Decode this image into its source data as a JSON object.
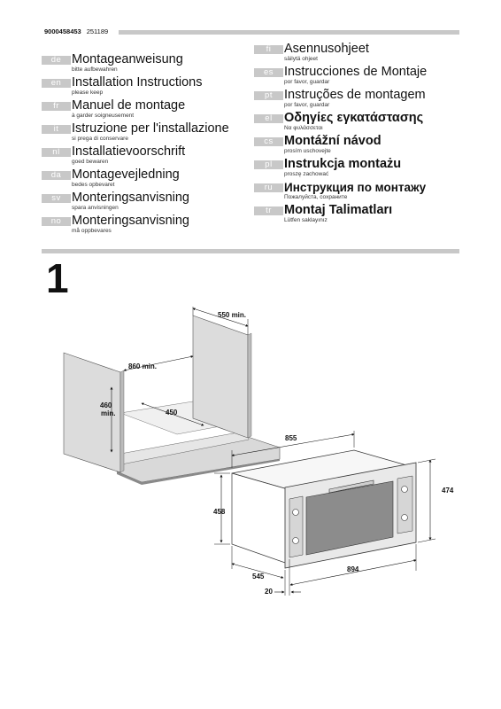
{
  "doc": {
    "number": "9000458453",
    "revision": "251189"
  },
  "left_languages": [
    {
      "code": "de",
      "title": "Montageanweisung",
      "subtitle": "bitte aufbewahren"
    },
    {
      "code": "en",
      "title": "Installation Instructions",
      "subtitle": "please keep"
    },
    {
      "code": "fr",
      "title": "Manuel de montage",
      "subtitle": "à garder soigneusement"
    },
    {
      "code": "it",
      "title": "Istruzione per l'installazione",
      "subtitle": "si prega di conservare"
    },
    {
      "code": "nl",
      "title": "Installatievoorschrift",
      "subtitle": "goed bewaren"
    },
    {
      "code": "da",
      "title": "Montagevejledning",
      "subtitle": "bedes opbevaret"
    },
    {
      "code": "sv",
      "title": "Monteringsanvisning",
      "subtitle": "spara anvisningen"
    },
    {
      "code": "no",
      "title": "Monteringsanvisning",
      "subtitle": "må oppbevares"
    }
  ],
  "right_languages": [
    {
      "code": "fi",
      "title": "Asennusohjeet",
      "subtitle": "säilytä ohjeet"
    },
    {
      "code": "es",
      "title": "Instrucciones de Montaje",
      "subtitle": "por favor, guardar"
    },
    {
      "code": "pt",
      "title": "Instruções de montagem",
      "subtitle": "por favor, guardar"
    },
    {
      "code": "el",
      "title": "Οδηγίες εγκατάστασης",
      "subtitle": "Να φυλάσσεται"
    },
    {
      "code": "cs",
      "title": "Montážní návod",
      "subtitle": "prosím uschovejte"
    },
    {
      "code": "pl",
      "title": "Instrukcja montażu",
      "subtitle": "proszę zachować"
    },
    {
      "code": "ru",
      "title": "Инструкция по монтажу",
      "subtitle": "Пожалуйста, сохраните"
    },
    {
      "code": "tr",
      "title": "Montaj Talimatları",
      "subtitle": "Lütfen saklayınız"
    }
  ],
  "figure": {
    "number": "1",
    "cabinet_dims": {
      "depth": "550 min.",
      "width": "860 min.",
      "height_line1": "460",
      "height_line2": "min.",
      "inner": "450"
    },
    "oven_dims": {
      "width_top": "855",
      "height_right": "474",
      "height_left": "458",
      "depth": "545",
      "width_front": "894",
      "offset": "20"
    }
  }
}
